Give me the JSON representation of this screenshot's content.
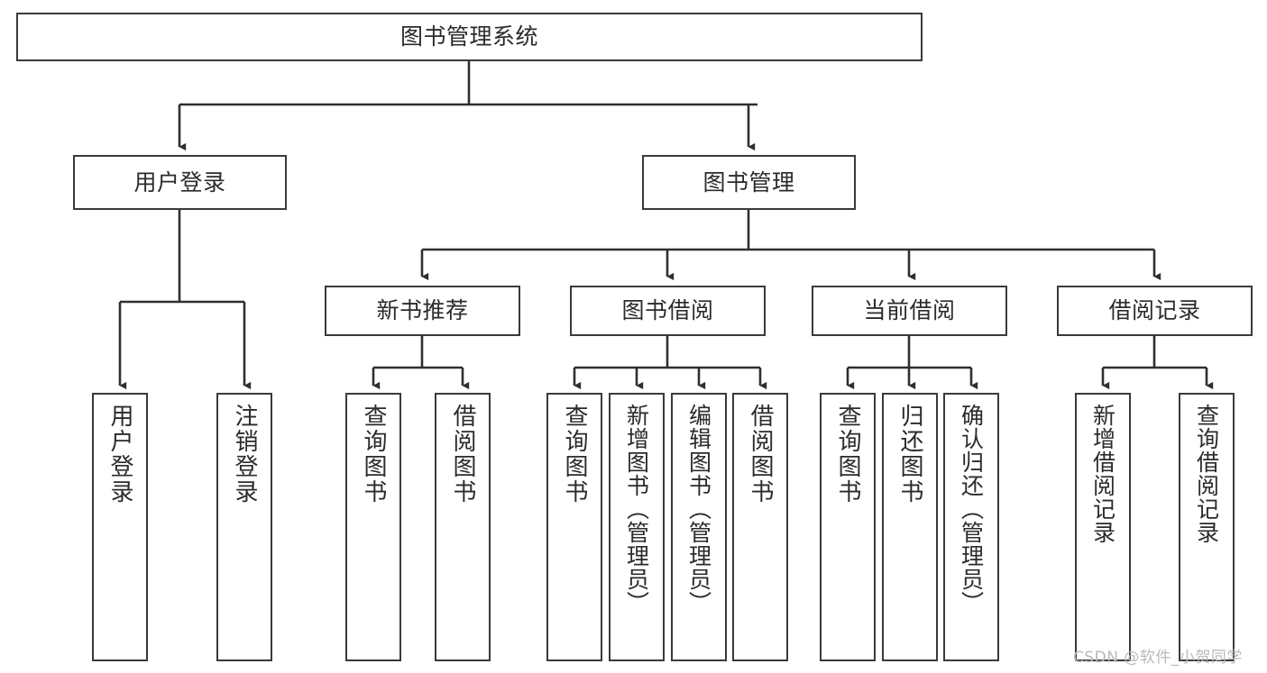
{
  "diagram": {
    "title": "图书管理系统",
    "type": "functional-decomposition-tree",
    "root": {
      "id": "root",
      "label": "图书管理系统"
    },
    "level1": [
      {
        "id": "user-login",
        "label": "用户登录"
      },
      {
        "id": "book-management",
        "label": "图书管理"
      }
    ],
    "level2": [
      {
        "id": "new-book-recommend",
        "label": "新书推荐",
        "parent": "book-management"
      },
      {
        "id": "book-borrow",
        "label": "图书借阅",
        "parent": "book-management"
      },
      {
        "id": "current-borrow",
        "label": "当前借阅",
        "parent": "book-management"
      },
      {
        "id": "borrow-record",
        "label": "借阅记录",
        "parent": "book-management"
      }
    ],
    "leaves": [
      {
        "id": "leaf-user-login",
        "label": "用户登录",
        "parent": "user-login"
      },
      {
        "id": "leaf-logout",
        "label": "注销登录",
        "parent": "user-login"
      },
      {
        "id": "leaf-query-book-1",
        "label": "查询图书",
        "parent": "new-book-recommend"
      },
      {
        "id": "leaf-borrow-book-1",
        "label": "借阅图书",
        "parent": "new-book-recommend"
      },
      {
        "id": "leaf-query-book-2",
        "label": "查询图书",
        "parent": "book-borrow"
      },
      {
        "id": "leaf-add-book",
        "label": "新增图书（管理员）",
        "parent": "book-borrow"
      },
      {
        "id": "leaf-edit-book",
        "label": "编辑图书（管理员）",
        "parent": "book-borrow"
      },
      {
        "id": "leaf-borrow-book-2",
        "label": "借阅图书",
        "parent": "book-borrow"
      },
      {
        "id": "leaf-query-book-3",
        "label": "查询图书",
        "parent": "current-borrow"
      },
      {
        "id": "leaf-return-book",
        "label": "归还图书",
        "parent": "current-borrow"
      },
      {
        "id": "leaf-confirm-return",
        "label": "确认归还（管理员）",
        "parent": "current-borrow"
      },
      {
        "id": "leaf-add-record",
        "label": "新增借阅记录",
        "parent": "borrow-record"
      },
      {
        "id": "leaf-query-record",
        "label": "查询借阅记录",
        "parent": "borrow-record"
      }
    ],
    "colors": {
      "stroke": "#3a3a3a",
      "text": "#2b2b2b",
      "background": "#ffffff",
      "watermark": "#b9b9b9"
    }
  },
  "watermark": {
    "text": "CSDN @软件_小贺同学"
  }
}
